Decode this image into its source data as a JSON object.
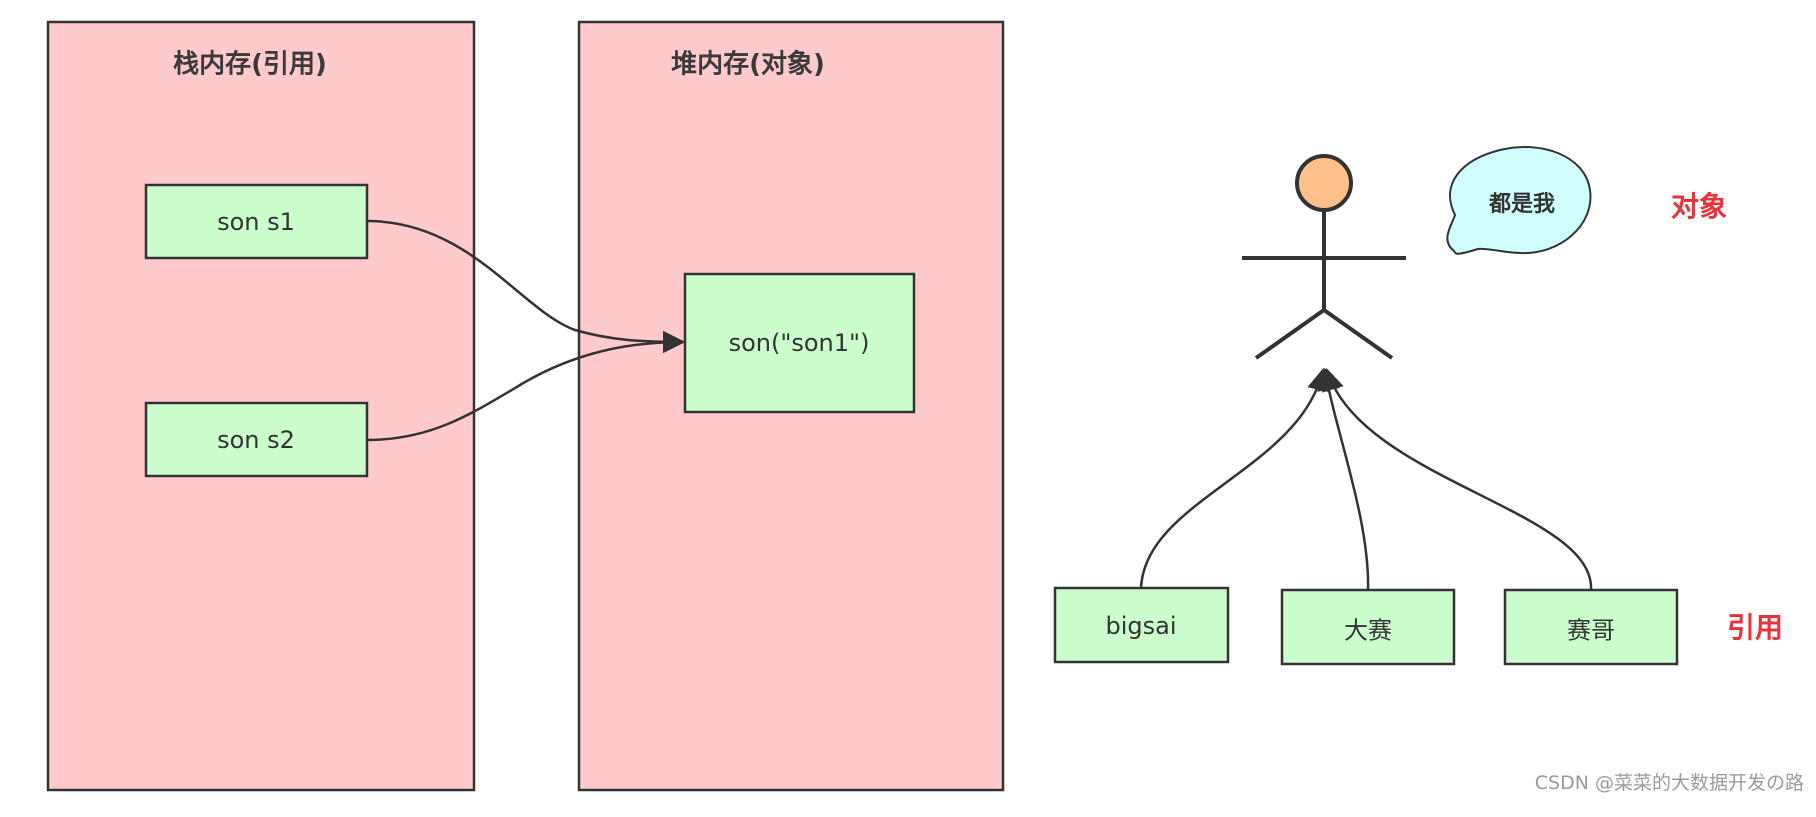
{
  "stack": {
    "title": "栈内存(引用)",
    "refs": [
      "son s1",
      "son s2"
    ]
  },
  "heap": {
    "title": "堆内存(对象)",
    "object": "son(\"son1\")"
  },
  "person": {
    "speech": "都是我",
    "object_label": "对象",
    "reference_label": "引用",
    "names": [
      "bigsai",
      "大赛",
      "赛哥"
    ]
  },
  "watermark": "CSDN @菜菜的大数据开发の路",
  "colors": {
    "panel_fill": "#ffcacc",
    "box_fill": "#ccfdcc",
    "head_fill": "#fdc08b",
    "bubble_fill": "#d0feff",
    "line": "#333333",
    "label_red": "#e8333b"
  }
}
